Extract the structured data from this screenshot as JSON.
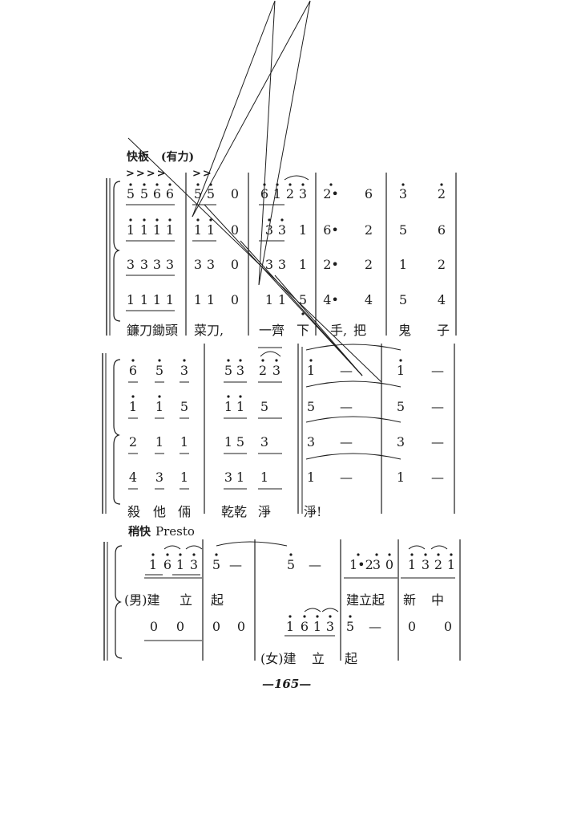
{
  "section1": {
    "tempo": "快板",
    "tempo_extra": "(有力)",
    "accents_a": ">>>>",
    "accents_b": ">>",
    "rows": [
      [
        "5",
        "5",
        "6",
        "6",
        "5",
        "5",
        "0",
        "6",
        "1",
        "2",
        "3",
        "2•",
        "6",
        "3",
        "2"
      ],
      [
        "1",
        "1",
        "1",
        "1",
        "1",
        "1",
        "0",
        "3",
        "3",
        "1",
        "6•",
        "2",
        "5",
        "6"
      ],
      [
        "3",
        "3",
        "3",
        "3",
        "3",
        "3",
        "0",
        "3",
        "3",
        "1",
        "2•",
        "2",
        "1",
        "2"
      ],
      [
        "1",
        "1",
        "1",
        "1",
        "1",
        "1",
        "0",
        "1",
        "1",
        "5",
        "4•",
        "4",
        "5",
        "4"
      ]
    ],
    "lyrics": [
      "鐮刀鋤頭",
      "菜刀,",
      "一齊",
      "下",
      "手,",
      "把",
      "鬼",
      "子"
    ]
  },
  "section2": {
    "rows": [
      [
        "6",
        "5",
        "3",
        "5",
        "3",
        "2",
        "3",
        "1",
        "—",
        "1",
        "—"
      ],
      [
        "1",
        "1",
        "5",
        "1",
        "1",
        "5",
        "5",
        "—",
        "5",
        "—"
      ],
      [
        "2",
        "1",
        "1",
        "1",
        "5",
        "3",
        "3",
        "—",
        "3",
        "—"
      ],
      [
        "4",
        "3",
        "1",
        "3",
        "1",
        "1",
        "1",
        "—",
        "1",
        "—"
      ]
    ],
    "lyrics": [
      "殺",
      "他",
      "倆",
      "乾乾",
      "淨",
      "淨!"
    ]
  },
  "section3": {
    "tempo": "稍快",
    "tempo_latin": "Presto",
    "male_notes": [
      "1",
      "6",
      "1",
      "3",
      "5",
      "—",
      "5",
      "—",
      "1•2",
      "3",
      "0",
      "1",
      "3",
      "2",
      "1"
    ],
    "male_lyrics": [
      "(男)建",
      "立",
      "起",
      "建立起",
      "新",
      "中"
    ],
    "female_notes": [
      "0",
      "0",
      "0",
      "0",
      "1",
      "6",
      "1",
      "3",
      "5",
      "—",
      "0",
      "0"
    ],
    "female_lyrics": [
      "(女)建",
      "立",
      "起"
    ]
  },
  "page_number": "—165—"
}
